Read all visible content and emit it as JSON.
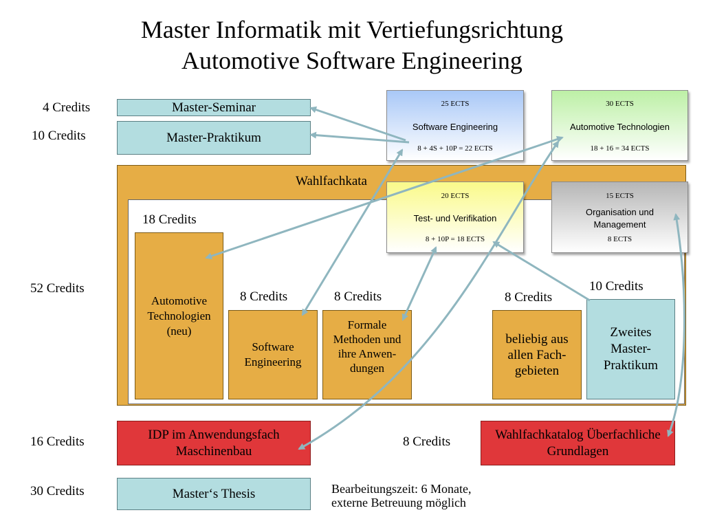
{
  "title": {
    "line1": "Master Informatik mit Vertiefungsrichtung",
    "line2": "Automotive Software Engineering"
  },
  "left_credits": {
    "seminar": "4 Credits",
    "praktikum": "10 Credits",
    "wahlfach": "52 Credits",
    "idp": "16 Credits",
    "thesis": "30 Credits"
  },
  "boxes": {
    "seminar": "Master-Seminar",
    "praktikum": "Master-Praktikum",
    "wahlfach_header": "Wahlfachkata",
    "automotive_credits": "18 Credits",
    "automotive": "Automotive Technologien (neu)",
    "se_credits": "8 Credits",
    "se": "Software Engineering",
    "formal_credits": "8 Credits",
    "formal": "Formale Methoden und ihre Anwen-dungen",
    "beliebig_credits": "8 Credits",
    "beliebig": "beliebig aus allen Fach-gebieten",
    "zweites_credits": "10 Credits",
    "zweites": "Zweites Master-Praktikum",
    "idp": "IDP im Anwendungsfach Maschinenbau",
    "ueberfach_credits": "8 Credits",
    "ueberfach": "Wahlfachkatalog Überfachliche Grundlagen",
    "thesis": "Master‘s Thesis",
    "thesis_note_1": "Bearbeitungszeit: 6 Monate,",
    "thesis_note_2": "externe Betreuung möglich"
  },
  "cards": {
    "se": {
      "ects": "25 ECTS",
      "name": "Software Engineering",
      "formula": "8 + 4S + 10P = 22 ECTS",
      "color": "#a9c8f7"
    },
    "auto": {
      "ects": "30 ECTS",
      "name": "Automotive Technologien",
      "formula": "18 + 16 = 34 ECTS",
      "color": "#bdf0a6"
    },
    "test": {
      "ects": "20 ECTS",
      "name": "Test- und Verifikation",
      "formula": "8 + 10P = 18 ECTS",
      "color": "#fafa8a"
    },
    "org": {
      "ects": "15 ECTS",
      "name_1": "Organisation und",
      "name_2": "Management",
      "formula": "8 ECTS",
      "color": "#b6b6b6"
    }
  },
  "colors": {
    "teal": "#b3dde0",
    "orange": "#e6ad45",
    "red": "#e0373a",
    "arrow": "#8fb6bf"
  }
}
